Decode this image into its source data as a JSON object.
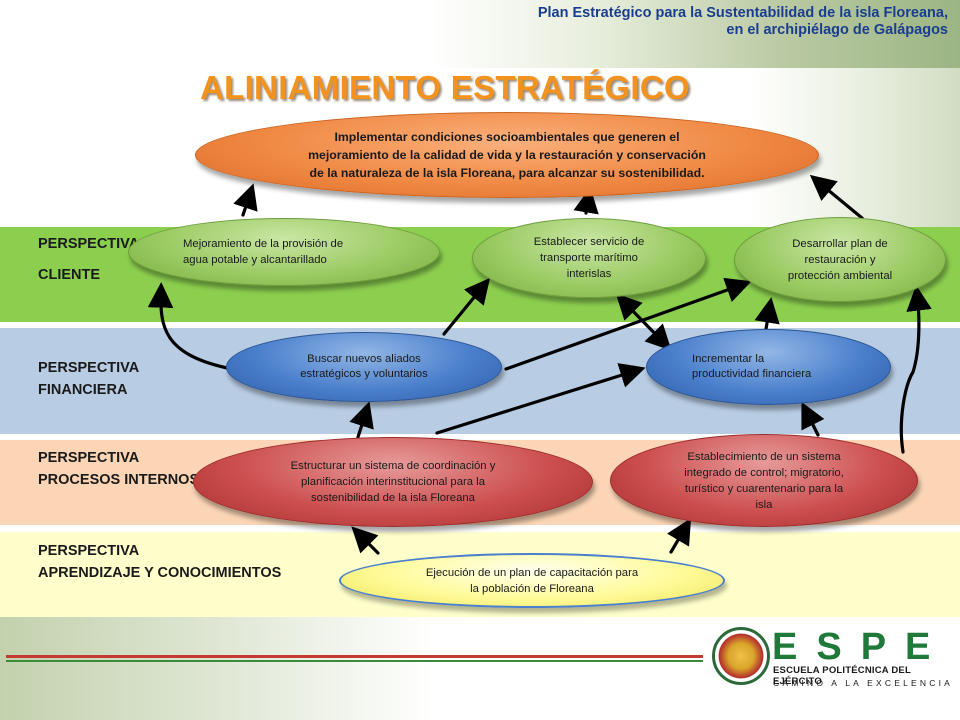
{
  "header": {
    "line1": "Plan Estratégico para la Sustentabilidad de la isla Floreana,",
    "line2": "en el archipiélago de Galápagos"
  },
  "title": "ALINIAMIENTO ESTRATÉGICO",
  "perspectives": {
    "cliente": {
      "line1": "PERSPECTIVA",
      "line2": "CLIENTE"
    },
    "financiera": {
      "line1": "PERSPECTIVA",
      "line2": "FINANCIERA"
    },
    "procesos": {
      "line1": "PERSPECTIVA",
      "line2": "PROCESOS INTERNOS"
    },
    "aprendizaje": {
      "line1": "PERSPECTIVA",
      "line2": "APRENDIZAJE Y CONOCIMIENTOS"
    }
  },
  "objectives": {
    "vision": [
      "Implementar condiciones socioambientales que generen el",
      "mejoramiento de la calidad de vida y la restauración y conservación",
      "de la naturaleza  de la isla Floreana, para alcanzar su sostenibilidad."
    ],
    "agua": [
      "Mejoramiento de la provisión de",
      "agua potable y alcantarillado"
    ],
    "transporte": [
      "Establecer servicio de",
      "transporte marítimo",
      "interislas"
    ],
    "ambiental": [
      "Desarrollar plan de",
      "restauración y",
      "protección ambiental"
    ],
    "aliados": [
      "Buscar nuevos aliados",
      "estratégicos y voluntarios"
    ],
    "productividad": [
      "Incrementar la",
      "productividad financiera"
    ],
    "coordinacion": [
      "Estructurar un sistema de coordinación y",
      "planificación interinstitucional para la",
      "sostenibilidad de la isla Floreana"
    ],
    "control": [
      "Establecimiento de un sistema",
      "integrado de control; migratorio,",
      "turístico y cuarentenario para la",
      "isla"
    ],
    "capacitacion": [
      "Ejecución de un plan de capacitación para",
      "la población de Floreana"
    ]
  },
  "logo": {
    "letters": "ESPE",
    "name": "ESCUELA POLITÉCNICA DEL EJÉRCITO",
    "motto": "CAMINO A LA EXCELENCIA"
  },
  "colors": {
    "title": "#f3921d",
    "header_text": "#1a3d8f",
    "band_cliente": "#8ccf4f",
    "band_financiera": "#b8cce4",
    "band_procesos": "#fbd5b5",
    "band_aprendizaje": "#ffffcc",
    "espe_green": "#1f7a3a"
  }
}
